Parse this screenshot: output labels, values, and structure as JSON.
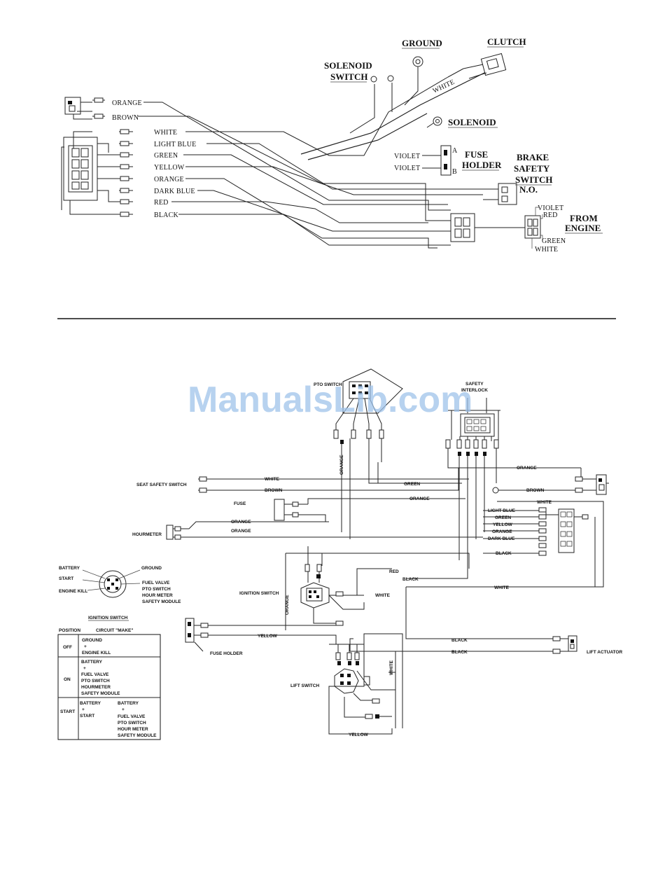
{
  "top_diagram": {
    "callouts": {
      "solenoid_switch_1": "SOLENOID",
      "solenoid_switch_2": "SWITCH",
      "ground": "GROUND",
      "clutch": "CLUTCH",
      "solenoid": "SOLENOID",
      "fuse_holder_1": "FUSE",
      "fuse_holder_2": "HOLDER",
      "brake_1": "BRAKE",
      "brake_2": "SAFETY",
      "brake_3": "SWITCH",
      "brake_no": "N.O.",
      "from_engine_1": "FROM",
      "from_engine_2": "ENGINE",
      "white_wire": "WHITE",
      "fuse_a": "A",
      "fuse_b": "B"
    },
    "harness_wires": [
      "ORANGE",
      "BROWN",
      "WHITE",
      "LIGHT BLUE",
      "GREEN",
      "YELLOW",
      "ORANGE",
      "DARK BLUE",
      "RED",
      "BLACK"
    ],
    "fuse_wires": [
      "VIOLET",
      "VIOLET"
    ],
    "engine_wires": [
      "VIOLET",
      "RED",
      "GREEN",
      "WHITE"
    ]
  },
  "watermark": "ManualsLib.com",
  "bottom_diagram": {
    "components": {
      "pto_switch": "PTO SWITCH",
      "safety_interlock_1": "SAFETY",
      "safety_interlock_2": "INTERLOCK",
      "seat_safety_switch": "SEAT SAFETY SWITCH",
      "fuse": "FUSE",
      "hourmeter": "HOURMETER",
      "ignition_switch": "IGNITION SWITCH",
      "fuse_holder": "FUSE HOLDER",
      "lift_actuator": "LIFT ACTUATOR",
      "lift_switch": "LIFT SWITCH"
    },
    "wire_labels": {
      "white_seat": "WHITE",
      "brown_seat": "BROWN",
      "green_mid": "GREEN",
      "orange_mid": "ORANGE",
      "orange_vertical": "ORANGE",
      "orange_top_right": "ORANGE",
      "brown_right": "BROWN",
      "white_right": "WHITE",
      "orange_hour_1": "ORANGE",
      "orange_hour_2": "ORANGE",
      "light_blue": "LIGHT BLUE",
      "green_r": "GREEN",
      "yellow_r": "YELLOW",
      "orange_r": "ORANGE",
      "dark_blue": "DARK BLUE",
      "black_r": "BLACK",
      "red_ign": "RED",
      "black_ign": "BLACK",
      "white_long": "WHITE",
      "white_ign": "WHITE",
      "orange_ign_vertical": "ORANGE",
      "yellow_fuse": "YELLOW",
      "black_lift_1": "BLACK",
      "black_lift_2": "BLACK",
      "white_lift_vertical": "WHITE",
      "yellow_bottom": "YELLOW"
    },
    "ignition_key": {
      "battery": "BATTERY",
      "start": "START",
      "engine_kill": "ENGINE KILL",
      "ground": "GROUND",
      "fuel_valve": "FUEL VALVE",
      "pto_switch": "PTO SWITCH",
      "hour_meter": "HOUR METER",
      "safety_module": "SAFETY MODULE"
    },
    "ignition_table": {
      "title": "IGNITION SWITCH",
      "header_position": "POSITION",
      "header_circuit": "CIRCUIT \"MAKE\"",
      "rows": [
        {
          "position": "OFF",
          "lines": [
            "GROUND",
            "+",
            "ENGINE KILL"
          ]
        },
        {
          "position": "ON",
          "lines": [
            "BATTERY",
            "+",
            "FUEL VALVE",
            "PTO SWITCH",
            "HOURMETER",
            "SAFETY MODULE"
          ]
        },
        {
          "position": "START",
          "lines": [
            "BATTERY",
            "+",
            "START"
          ],
          "lines_right": [
            "BATTERY",
            "+",
            "FUEL VALVE",
            "PTO SWITCH",
            "HOUR METER",
            "SAFETY MODULE"
          ]
        }
      ]
    }
  }
}
